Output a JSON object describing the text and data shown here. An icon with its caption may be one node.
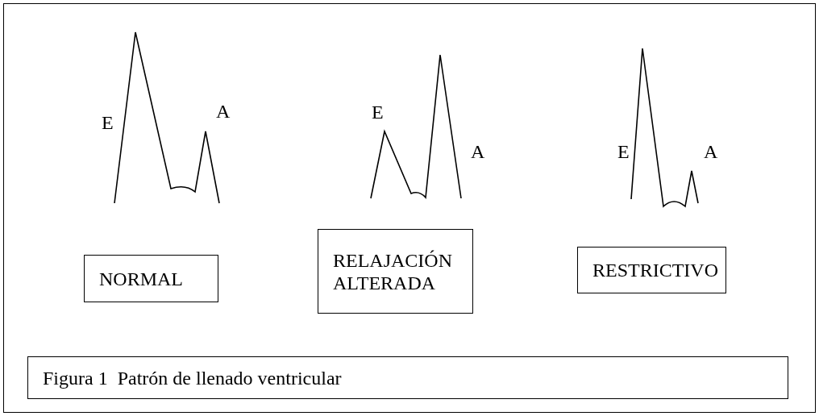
{
  "diagram": {
    "caption": "Figura 1  Patrón de llenado ventricular",
    "nodes": [
      {
        "text": [
          "NORMAL"
        ]
      },
      {
        "text": [
          "RELAJACIÓN ALTERADA"
        ]
      },
      {
        "text": [
          "RESTRICTIVO"
        ]
      }
    ],
    "labels": [
      "E",
      "A",
      "E",
      "A",
      "E",
      "A"
    ]
  }
}
